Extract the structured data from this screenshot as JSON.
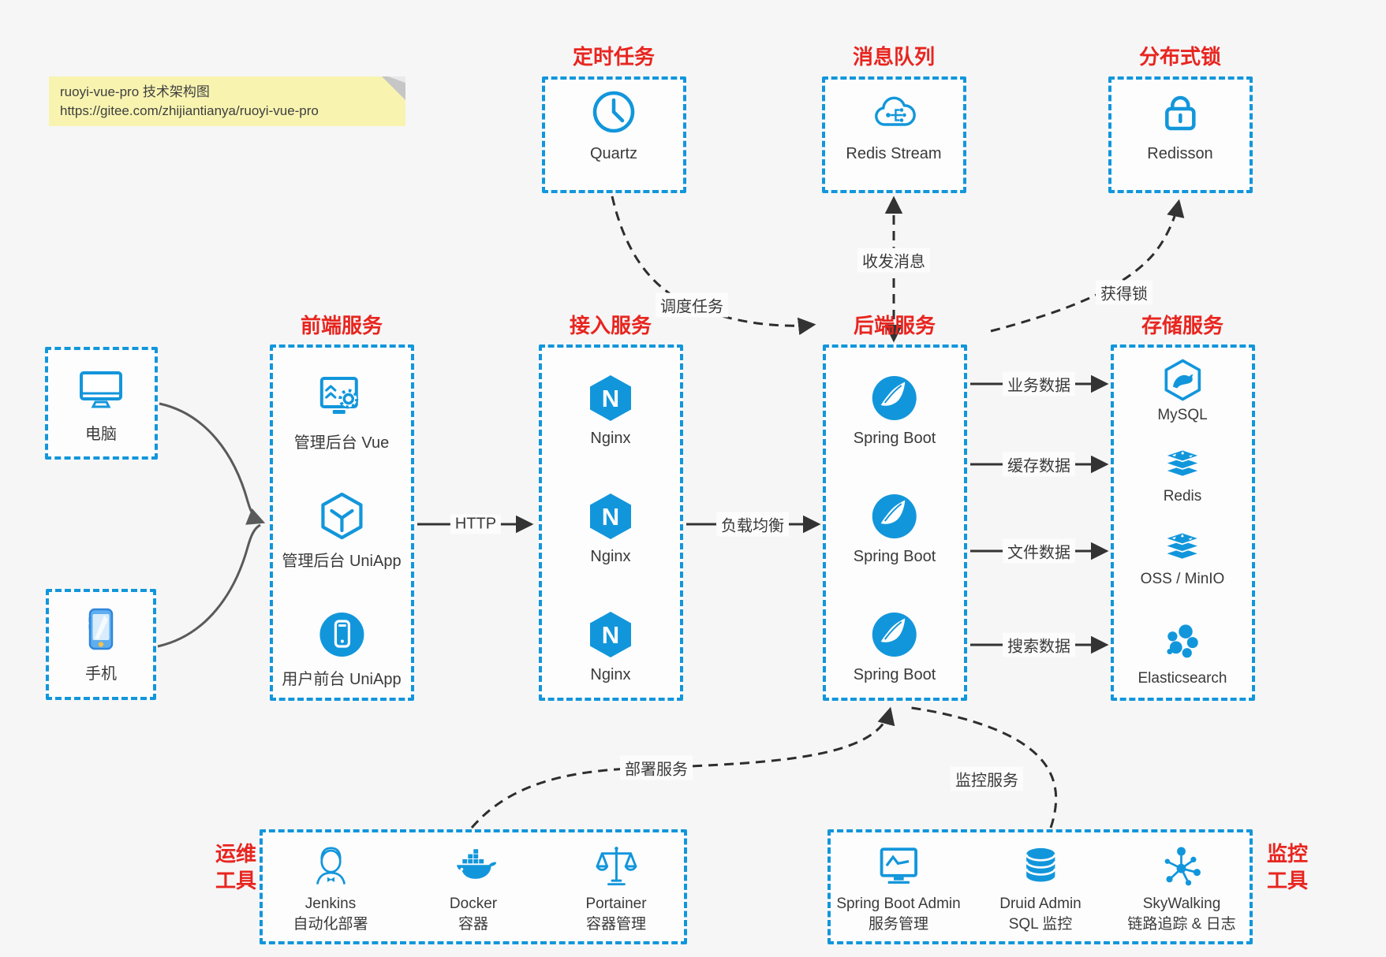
{
  "note": {
    "line1": "ruoyi-vue-pro 技术架构图",
    "line2": "https://gitee.com/zhijiantianya/ruoyi-vue-pro"
  },
  "colors": {
    "accent_blue": "#1296DB",
    "title_red": "#E8251F",
    "arrow_dark": "#333333",
    "arrow_gray": "#5A5A5A",
    "note_yellow": "#F8F4B0",
    "background": "#F6F6F7"
  },
  "columns": {
    "scheduler": {
      "title": "定时任务",
      "item": {
        "label": "Quartz",
        "icon": "clock-icon"
      }
    },
    "mq": {
      "title": "消息队列",
      "item": {
        "label": "Redis Stream",
        "icon": "cloud-stream-icon"
      }
    },
    "lock": {
      "title": "分布式锁",
      "item": {
        "label": "Redisson",
        "icon": "lock-icon"
      }
    },
    "frontend": {
      "title": "前端服务",
      "items": [
        {
          "label": "管理后台 Vue",
          "icon": "admin-vue-icon"
        },
        {
          "label": "管理后台 UniApp",
          "icon": "uniapp-cube-icon"
        },
        {
          "label": "用户前台 UniApp",
          "icon": "user-app-icon"
        }
      ]
    },
    "access": {
      "title": "接入服务",
      "items": [
        {
          "label": "Nginx",
          "icon": "nginx-icon"
        },
        {
          "label": "Nginx",
          "icon": "nginx-icon"
        },
        {
          "label": "Nginx",
          "icon": "nginx-icon"
        }
      ]
    },
    "backend": {
      "title": "后端服务",
      "items": [
        {
          "label": "Spring Boot",
          "icon": "spring-icon"
        },
        {
          "label": "Spring Boot",
          "icon": "spring-icon"
        },
        {
          "label": "Spring Boot",
          "icon": "spring-icon"
        }
      ]
    },
    "storage": {
      "title": "存储服务",
      "items": [
        {
          "label": "MySQL",
          "icon": "mysql-icon"
        },
        {
          "label": "Redis",
          "icon": "redis-stack-icon"
        },
        {
          "label": "OSS / MinIO",
          "icon": "storage-stack-icon"
        },
        {
          "label": "Elasticsearch",
          "icon": "elasticsearch-icon"
        }
      ]
    }
  },
  "clients": {
    "computer": {
      "label": "电脑",
      "icon": "desktop-icon"
    },
    "phone": {
      "label": "手机",
      "icon": "smartphone-icon"
    }
  },
  "ops_tools": {
    "title_lines": [
      "运维",
      "工具"
    ],
    "items": [
      {
        "name": "Jenkins",
        "desc": "自动化部署",
        "icon": "jenkins-icon"
      },
      {
        "name": "Docker",
        "desc": "容器",
        "icon": "docker-icon"
      },
      {
        "name": "Portainer",
        "desc": "容器管理",
        "icon": "portainer-icon"
      }
    ]
  },
  "monitor_tools": {
    "title_lines": [
      "监控",
      "工具"
    ],
    "items": [
      {
        "name": "Spring Boot Admin",
        "desc": "服务管理",
        "icon": "monitor-chart-icon"
      },
      {
        "name": "Druid Admin",
        "desc": "SQL 监控",
        "icon": "database-icon"
      },
      {
        "name": "SkyWalking",
        "desc": "链路追踪 & 日志",
        "icon": "topology-icon"
      }
    ]
  },
  "edges": {
    "http": "HTTP",
    "load_balance": "负载均衡",
    "business_data": "业务数据",
    "cache_data": "缓存数据",
    "file_data": "文件数据",
    "search_data": "搜索数据",
    "schedule_task": "调度任务",
    "send_receive_message": "收发消息",
    "acquire_lock": "获得锁",
    "deploy_service": "部署服务",
    "monitor_service": "监控服务"
  }
}
